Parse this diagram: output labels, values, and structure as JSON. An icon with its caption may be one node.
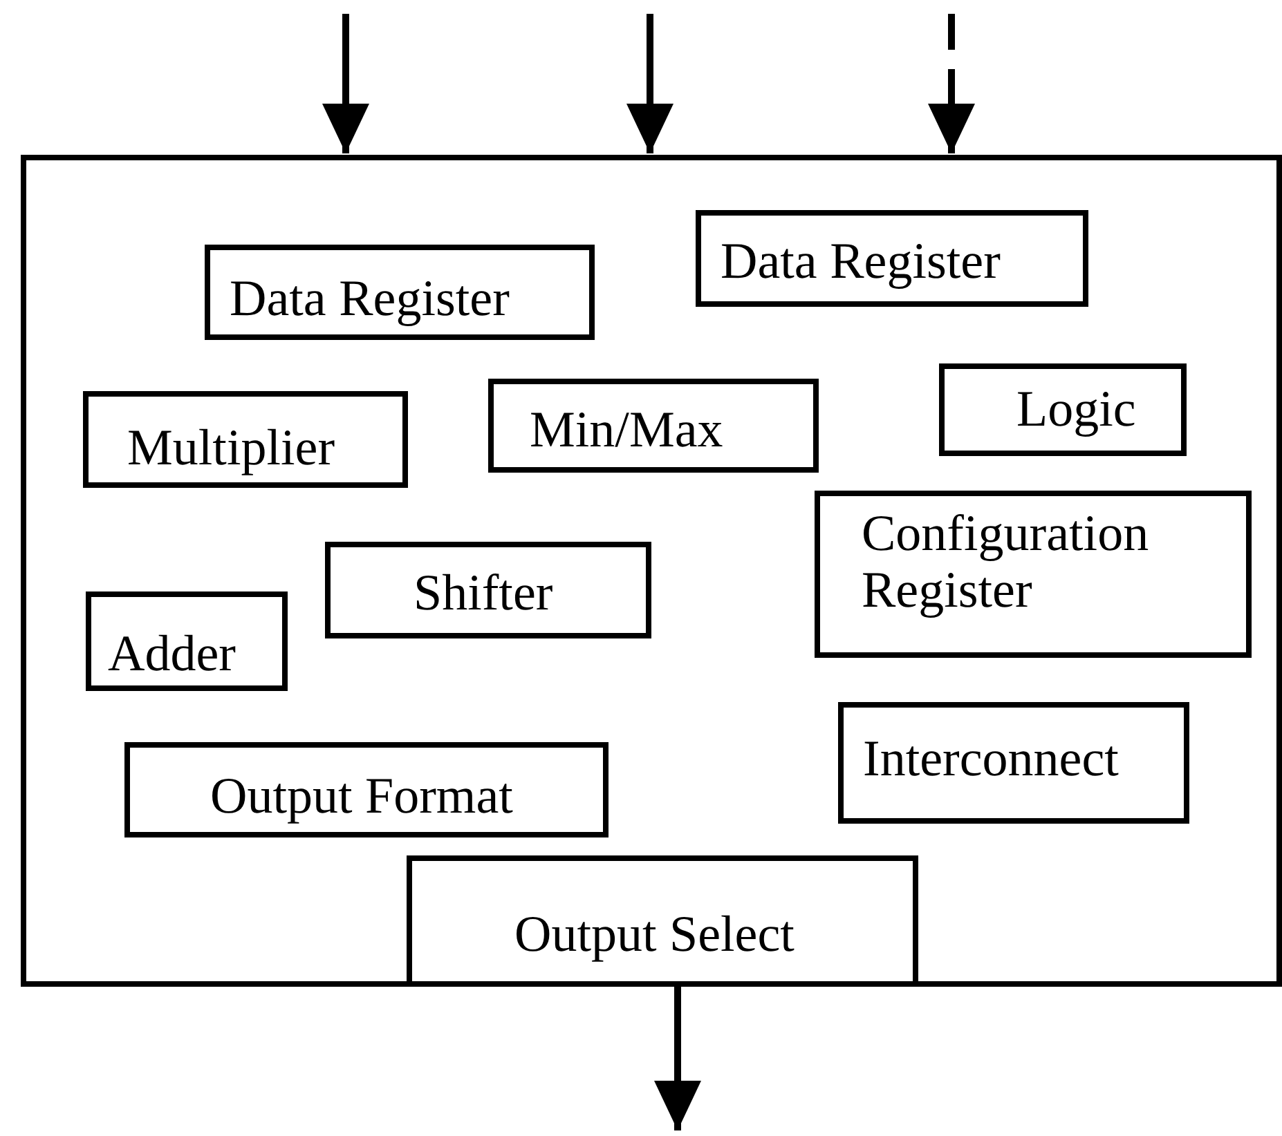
{
  "diagram": {
    "nodes": [
      {
        "text": [],
        "shape": "box"
      },
      {
        "text": [
          "Data Register"
        ],
        "in": 0
      },
      {
        "text": [
          "Data Register"
        ],
        "in": 0
      },
      {
        "text": [
          "Multiplier"
        ],
        "in": 0
      },
      {
        "text": [
          "Min/Max"
        ],
        "in": 0
      },
      {
        "text": [
          "Logic"
        ],
        "in": 0
      },
      {
        "text": [
          "Configuration Register"
        ],
        "in": 0
      },
      {
        "text": [
          "Shifter"
        ],
        "in": 0
      },
      {
        "text": [
          "Adder"
        ],
        "in": 0
      },
      {
        "text": [
          "Output Format"
        ],
        "in": 0
      },
      {
        "text": [
          "Interconnect"
        ],
        "in": 0
      },
      {
        "text": [
          "Output Select"
        ],
        "in": 0
      }
    ],
    "edges": [
      {
        "from": null,
        "to": 0,
        "arrow": "to"
      },
      {
        "from": null,
        "to": 0,
        "arrow": "to"
      },
      {
        "from": null,
        "to": 0,
        "arrow": "to",
        "style": "dashed"
      },
      {
        "from": 11,
        "to": null,
        "arrow": "to"
      }
    ]
  }
}
